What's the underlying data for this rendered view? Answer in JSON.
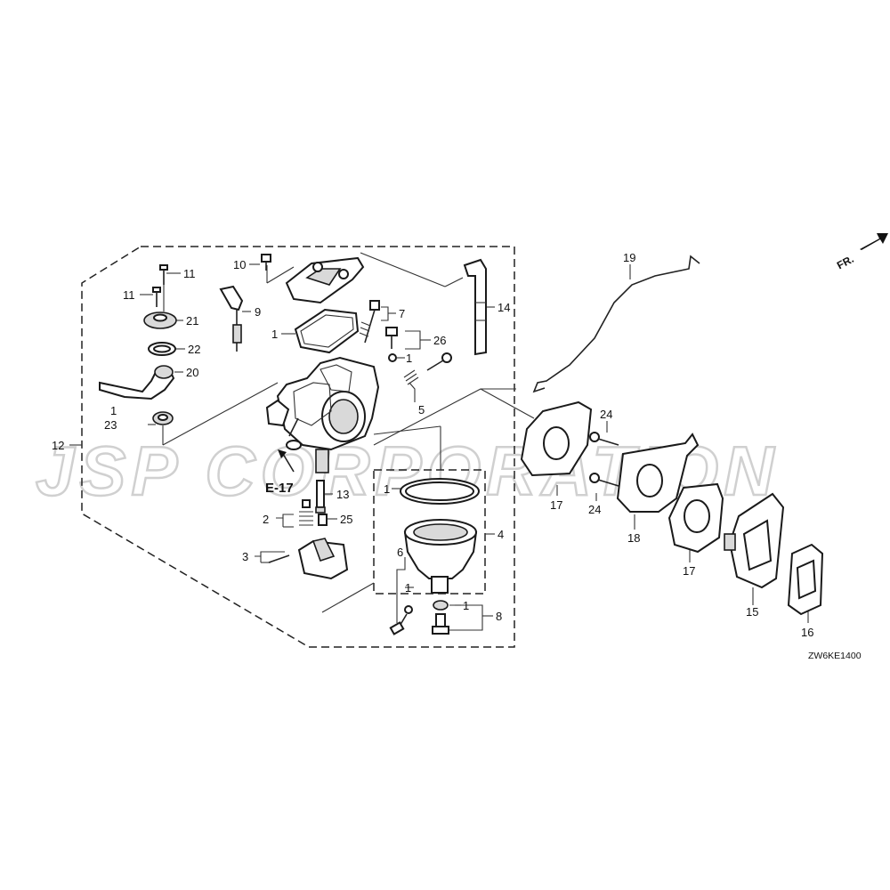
{
  "diagram": {
    "watermark": "JSP CORPORATION",
    "direction_label": "FR.",
    "reference_label": "E-17",
    "drawing_code": "ZW6KE1400",
    "callouts": {
      "c1a": "1",
      "c1b": "1",
      "c1c": "1",
      "c1d": "1",
      "c1e": "1",
      "c1f": "1",
      "c2": "2",
      "c3": "3",
      "c4": "4",
      "c5": "5",
      "c6": "6",
      "c7": "7",
      "c8": "8",
      "c9": "9",
      "c10": "10",
      "c11a": "11",
      "c11b": "11",
      "c12": "12",
      "c13": "13",
      "c14": "14",
      "c15": "15",
      "c16": "16",
      "c17a": "17",
      "c17b": "17",
      "c18": "18",
      "c19": "19",
      "c20": "20",
      "c21": "21",
      "c22": "22",
      "c23": "23",
      "c24a": "24",
      "c24b": "24",
      "c25": "25",
      "c26": "26"
    }
  }
}
